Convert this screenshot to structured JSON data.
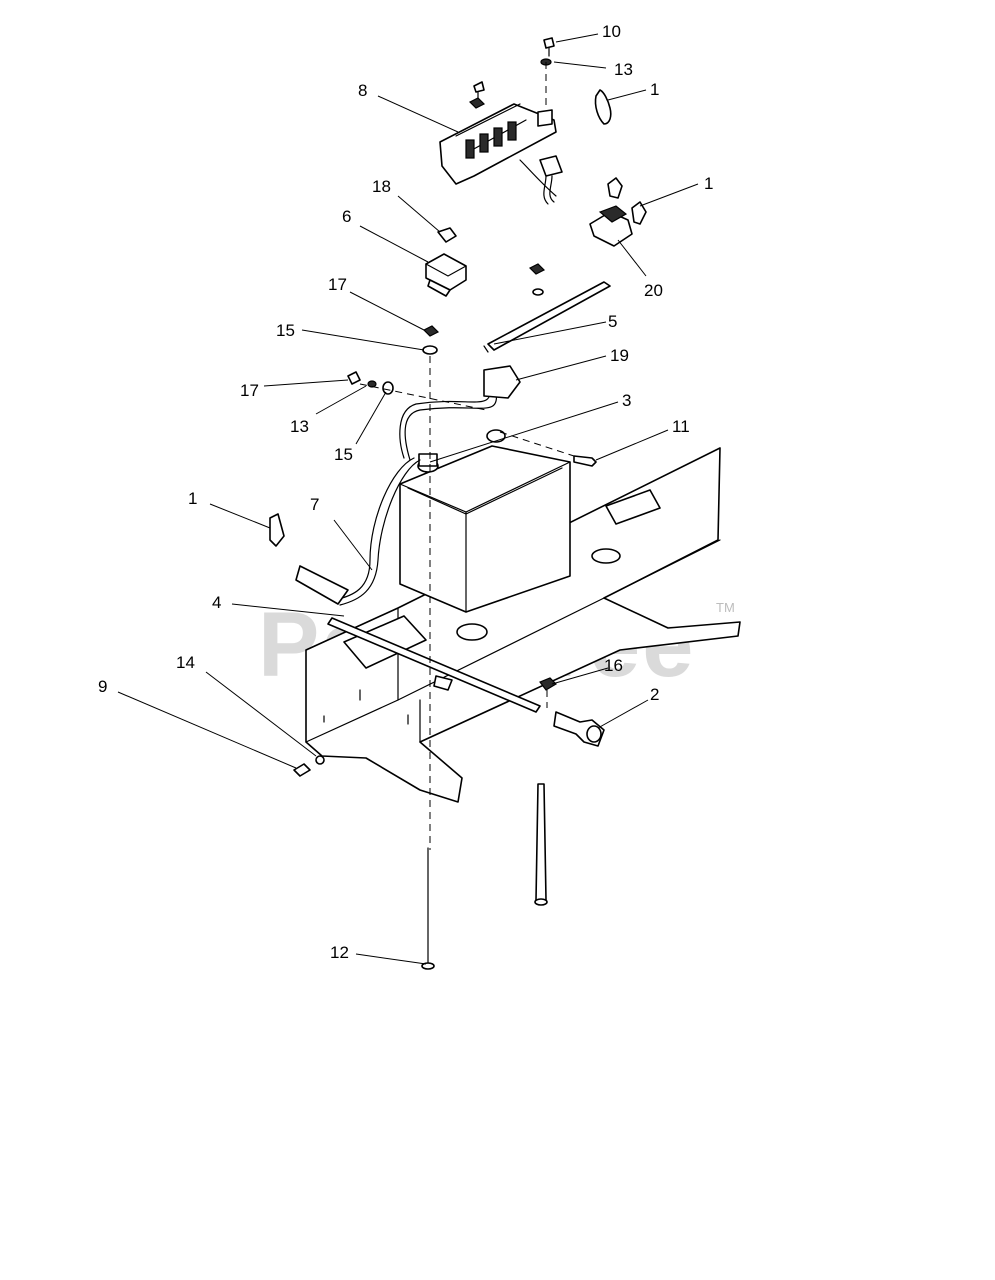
{
  "watermark": {
    "text": "PartsTree",
    "trademark": "TM"
  },
  "callouts": [
    "10",
    "13",
    "1",
    "8",
    "1",
    "18",
    "6",
    "20",
    "17",
    "5",
    "15",
    "19",
    "17",
    "3",
    "11",
    "13",
    "15",
    "1",
    "7",
    "4",
    "16",
    "2",
    "14",
    "9",
    "12"
  ]
}
